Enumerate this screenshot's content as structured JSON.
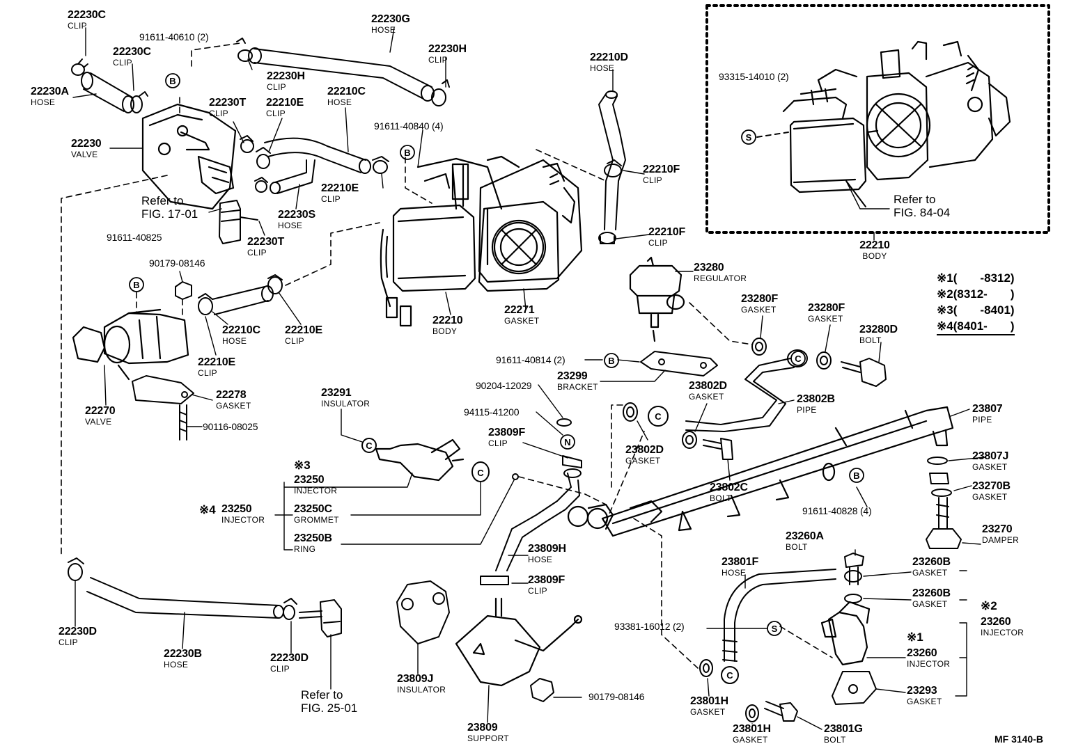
{
  "callouts": {
    "c22230C_a": {
      "pn": "22230C",
      "nm": "CLIP"
    },
    "c22230C_b": {
      "pn": "22230C",
      "nm": "CLIP"
    },
    "c22230A": {
      "pn": "22230A",
      "nm": "HOSE"
    },
    "c22230": {
      "pn": "22230",
      "nm": "VALVE"
    },
    "c91611_40610": {
      "pn": "91611-40610 (2)",
      "nm": ""
    },
    "c22230G": {
      "pn": "22230G",
      "nm": "HOSE"
    },
    "c22230H_a": {
      "pn": "22230H",
      "nm": "CLIP"
    },
    "c22230H_b": {
      "pn": "22230H",
      "nm": "CLIP"
    },
    "c22230T_a": {
      "pn": "22230T",
      "nm": "CLIP"
    },
    "c22210E_a": {
      "pn": "22210E",
      "nm": "CLIP"
    },
    "c22210C_a": {
      "pn": "22210C",
      "nm": "HOSE"
    },
    "c22210E_b": {
      "pn": "22210E",
      "nm": "CLIP"
    },
    "c22230S": {
      "pn": "22230S",
      "nm": "HOSE"
    },
    "c22230T_b": {
      "pn": "22230T",
      "nm": "CLIP"
    },
    "c91611_40840": {
      "pn": "91611-40840 (4)",
      "nm": ""
    },
    "c22210D": {
      "pn": "22210D",
      "nm": "HOSE"
    },
    "c22210F_a": {
      "pn": "22210F",
      "nm": "CLIP"
    },
    "c22210F_b": {
      "pn": "22210F",
      "nm": "CLIP"
    },
    "c93315": {
      "pn": "93315-14010 (2)",
      "nm": ""
    },
    "c22210_top": {
      "pn": "22210",
      "nm": "BODY"
    },
    "c91611_40825": {
      "pn": "91611-40825",
      "nm": ""
    },
    "c90179_a": {
      "pn": "90179-08146",
      "nm": ""
    },
    "c22210C_b": {
      "pn": "22210C",
      "nm": "HOSE"
    },
    "c22210E_c": {
      "pn": "22210E",
      "nm": "CLIP"
    },
    "c22210E_d": {
      "pn": "22210E",
      "nm": "CLIP"
    },
    "c22210_body": {
      "pn": "22210",
      "nm": "BODY"
    },
    "c22271": {
      "pn": "22271",
      "nm": "GASKET"
    },
    "c23280": {
      "pn": "23280",
      "nm": "REGULATOR"
    },
    "c23280F_a": {
      "pn": "23280F",
      "nm": "GASKET"
    },
    "c23280F_b": {
      "pn": "23280F",
      "nm": "GASKET"
    },
    "c23280D": {
      "pn": "23280D",
      "nm": "BOLT"
    },
    "c22270": {
      "pn": "22270",
      "nm": "VALVE"
    },
    "c22278": {
      "pn": "22278",
      "nm": "GASKET"
    },
    "c90116": {
      "pn": "90116-08025",
      "nm": ""
    },
    "c91611_40814": {
      "pn": "91611-40814 (2)",
      "nm": ""
    },
    "c23299": {
      "pn": "23299",
      "nm": "BRACKET"
    },
    "c90204": {
      "pn": "90204-12029",
      "nm": ""
    },
    "c94115": {
      "pn": "94115-41200",
      "nm": ""
    },
    "c23802D_a": {
      "pn": "23802D",
      "nm": "GASKET"
    },
    "c23802B": {
      "pn": "23802B",
      "nm": "PIPE"
    },
    "c23807": {
      "pn": "23807",
      "nm": "PIPE"
    },
    "c23291": {
      "pn": "23291",
      "nm": "INSULATOR"
    },
    "c23809F_a": {
      "pn": "23809F",
      "nm": "CLIP"
    },
    "c23802D_b": {
      "pn": "23802D",
      "nm": "GASKET"
    },
    "c23802C": {
      "pn": "23802C",
      "nm": "BOLT"
    },
    "c23807J": {
      "pn": "23807J",
      "nm": "GASKET"
    },
    "c23270B": {
      "pn": "23270B",
      "nm": "GASKET"
    },
    "c91611_40828": {
      "pn": "91611-40828 (4)",
      "nm": ""
    },
    "c23250_a": {
      "pn": "23250",
      "nm": "INJECTOR"
    },
    "c23250C": {
      "pn": "23250C",
      "nm": "GROMMET"
    },
    "c23250B": {
      "pn": "23250B",
      "nm": "RING"
    },
    "c23250_b": {
      "pn": "23250",
      "nm": "INJECTOR"
    },
    "c23809H": {
      "pn": "23809H",
      "nm": "HOSE"
    },
    "c23809F_b": {
      "pn": "23809F",
      "nm": "CLIP"
    },
    "c23270": {
      "pn": "23270",
      "nm": "DAMPER"
    },
    "c23260A": {
      "pn": "23260A",
      "nm": "BOLT"
    },
    "c23801F": {
      "pn": "23801F",
      "nm": "HOSE"
    },
    "c23260B_a": {
      "pn": "23260B",
      "nm": "GASKET"
    },
    "c23260B_b": {
      "pn": "23260B",
      "nm": "GASKET"
    },
    "c23260_b": {
      "pn": "23260",
      "nm": "INJECTOR"
    },
    "c93381": {
      "pn": "93381-16012 (2)",
      "nm": ""
    },
    "c23260_a": {
      "pn": "23260",
      "nm": "INJECTOR"
    },
    "c23293": {
      "pn": "23293",
      "nm": "GASKET"
    },
    "c22230D_a": {
      "pn": "22230D",
      "nm": "CLIP"
    },
    "c22230B": {
      "pn": "22230B",
      "nm": "HOSE"
    },
    "c22230D_b": {
      "pn": "22230D",
      "nm": "CLIP"
    },
    "c23809J": {
      "pn": "23809J",
      "nm": "INSULATOR"
    },
    "c23809": {
      "pn": "23809",
      "nm": "SUPPORT"
    },
    "c90179_b": {
      "pn": "90179-08146",
      "nm": ""
    },
    "c23801H_a": {
      "pn": "23801H",
      "nm": "GASKET"
    },
    "c23801H_b": {
      "pn": "23801H",
      "nm": "GASKET"
    },
    "c23801G": {
      "pn": "23801G",
      "nm": "BOLT"
    }
  },
  "notes": {
    "refer_17": {
      "line1": "Refer to",
      "line2": "FIG. 17-01"
    },
    "refer_84": {
      "line1": "Refer to",
      "line2": "FIG. 84-04"
    },
    "refer_25": {
      "line1": "Refer to",
      "line2": "FIG. 25-01"
    }
  },
  "markers": {
    "ast3": "※3",
    "ast4": "※4",
    "ast2": "※2",
    "ast1": "※1",
    "bolt_ref": "B",
    "screw_ref": "S",
    "nut_ref": "N",
    "clip_ref": "C"
  },
  "legend": [
    "※1(       -8312)",
    "※2(8312-       )",
    "※3(       -8401)",
    "※4(8401-       )"
  ],
  "figure_code": "MF  3140-B"
}
